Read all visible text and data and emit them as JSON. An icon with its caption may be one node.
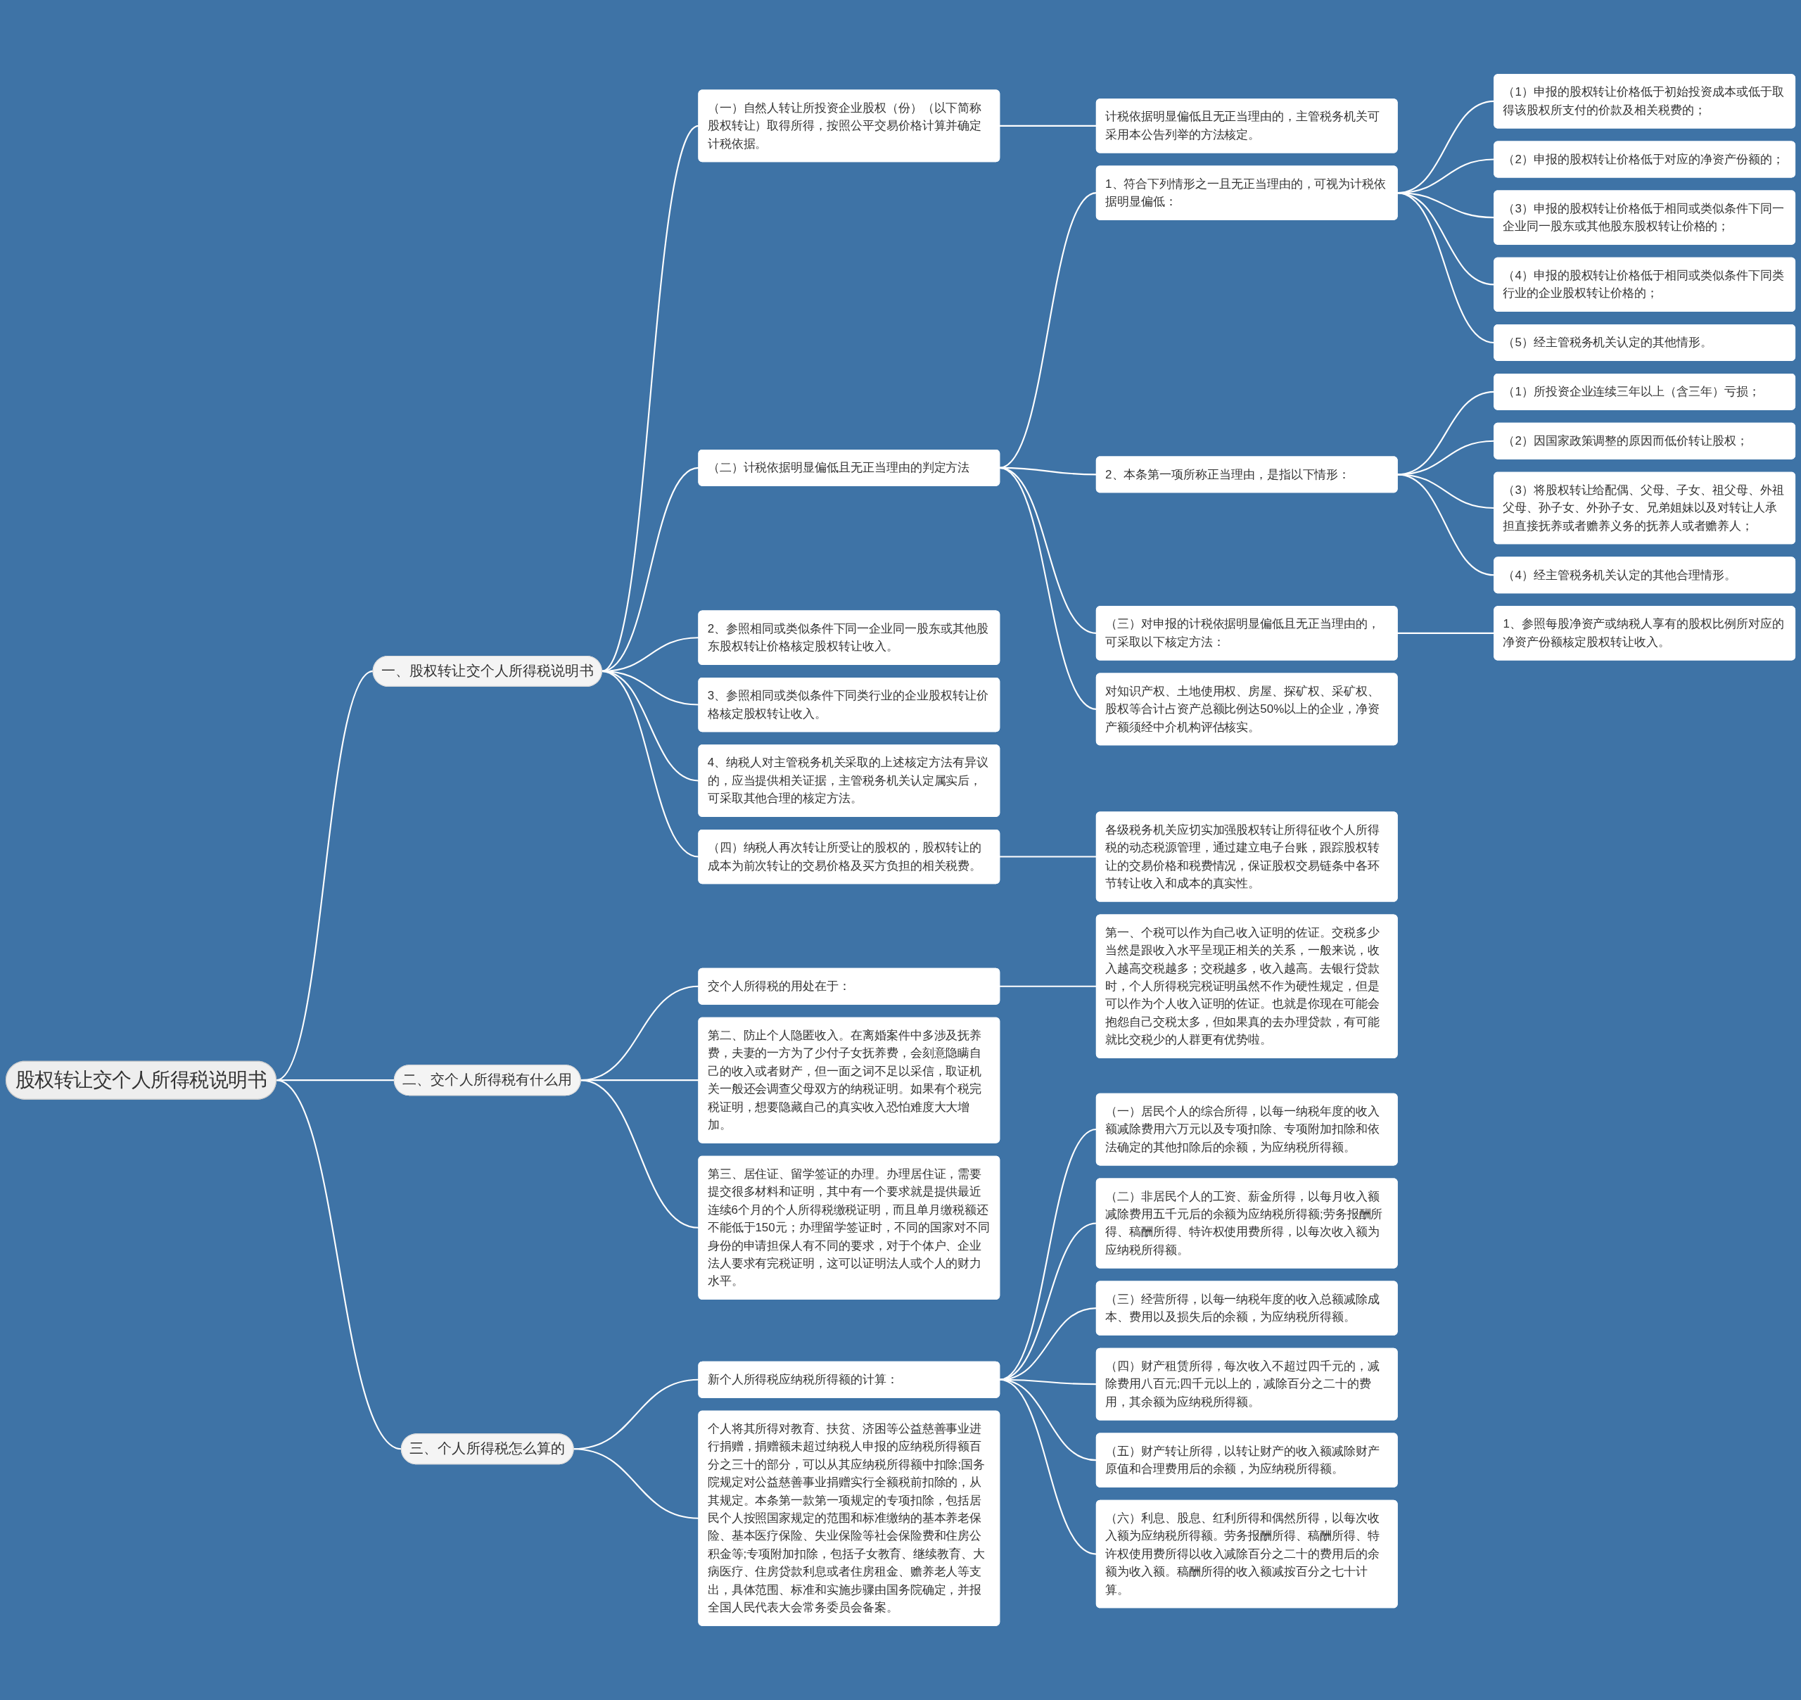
{
  "diagram": {
    "nodes": [
      {
        "text": [
          "股权转让交个人所得税说明书"
        ]
      },
      {
        "text": [
          "一、股权转让交个人所得税说明书"
        ]
      },
      {
        "text": [
          "（一）自然人转让所投资企业股权（份）（以下简称股权转让）取得所得，按照公平交易价格计算并确定计税依据。"
        ]
      },
      {
        "text": [
          "计税依据明显偏低且无正当理由的，主管税务机关可采用本公告列举的方法核定。"
        ]
      },
      {
        "text": [
          "（二）计税依据明显偏低且无正当理由的判定方法"
        ]
      },
      {
        "text": [
          "1、符合下列情形之一且无正当理由的，可视为计税依据明显偏低："
        ]
      },
      {
        "text": [
          "（1）申报的股权转让价格低于初始投资成本或低于取得该股权所支付的价款及相关税费的；"
        ]
      },
      {
        "text": [
          "（2）申报的股权转让价格低于对应的净资产份额的；"
        ]
      },
      {
        "text": [
          "（3）申报的股权转让价格低于相同或类似条件下同一企业同一股东或其他股东股权转让价格的；"
        ]
      },
      {
        "text": [
          "（4）申报的股权转让价格低于相同或类似条件下同类行业的企业股权转让价格的；"
        ]
      },
      {
        "text": [
          "（5）经主管税务机关认定的其他情形。"
        ]
      },
      {
        "text": [
          "2、本条第一项所称正当理由，是指以下情形："
        ]
      },
      {
        "text": [
          "（1）所投资企业连续三年以上（含三年）亏损；"
        ]
      },
      {
        "text": [
          "（2）因国家政策调整的原因而低价转让股权；"
        ]
      },
      {
        "text": [
          "（3）将股权转让给配偶、父母、子女、祖父母、外祖父母、孙子女、外孙子女、兄弟姐妹以及对转让人承担直接抚养或者赡养义务的抚养人或者赡养人；"
        ]
      },
      {
        "text": [
          "（4）经主管税务机关认定的其他合理情形。"
        ]
      },
      {
        "text": [
          "（三）对申报的计税依据明显偏低且无正当理由的，可采取以下核定方法："
        ]
      },
      {
        "text": [
          "1、参照每股净资产或纳税人享有的股权比例所对应的净资产份额核定股权转让收入。"
        ]
      },
      {
        "text": [
          "对知识产权、土地使用权、房屋、探矿权、采矿权、股权等合计占资产总额比例达50%以上的企业，净资产额须经中介机构评估核实。"
        ]
      },
      {
        "text": [
          "2、参照相同或类似条件下同一企业同一股东或其他股东股权转让价格核定股权转让收入。"
        ]
      },
      {
        "text": [
          "3、参照相同或类似条件下同类行业的企业股权转让价格核定股权转让收入。"
        ]
      },
      {
        "text": [
          "4、纳税人对主管税务机关采取的上述核定方法有异议的，应当提供相关证据，主管税务机关认定属实后，可采取其他合理的核定方法。"
        ]
      },
      {
        "text": [
          "（四）纳税人再次转让所受让的股权的，股权转让的成本为前次转让的交易价格及买方负担的相关税费。"
        ]
      },
      {
        "text": [
          "各级税务机关应切实加强股权转让所得征收个人所得税的动态税源管理，通过建立电子台账，跟踪股权转让的交易价格和税费情况，保证股权交易链条中各环节转让收入和成本的真实性。"
        ]
      },
      {
        "text": [
          "二、交个人所得税有什么用"
        ]
      },
      {
        "text": [
          "交个人所得税的用处在于："
        ]
      },
      {
        "text": [
          "第一、个税可以作为自己收入证明的佐证。交税多少当然是跟收入水平呈现正相关的关系，一般来说，收入越高交税越多；交税越多，收入越高。去银行贷款时，个人所得税完税证明虽然不作为硬性规定，但是可以作为个人收入证明的佐证。也就是你现在可能会抱怨自己交税太多，但如果真的去办理贷款，有可能就比交税少的人群更有优势啦。"
        ]
      },
      {
        "text": [
          "第二、防止个人隐匿收入。在离婚案件中多涉及抚养费，夫妻的一方为了少付子女抚养费，会刻意隐瞒自己的收入或者财产，但一面之词不足以采信，取证机关一般还会调查父母双方的纳税证明。如果有个税完税证明，想要隐藏自己的真实收入恐怕难度大大增加。"
        ]
      },
      {
        "text": [
          "第三、居住证、留学签证的办理。办理居住证，需要提交很多材料和证明，其中有一个要求就是提供最近连续6个月的个人所得税缴税证明，而且单月缴税额还不能低于150元；办理留学签证时，不同的国家对不同身份的申请担保人有不同的要求，对于个体户、企业法人要求有完税证明，这可以证明法人或个人的财力水平。"
        ]
      },
      {
        "text": [
          "三、个人所得税怎么算的"
        ]
      },
      {
        "text": [
          "新个人所得税应纳税所得额的计算："
        ]
      },
      {
        "text": [
          "（一）居民个人的综合所得，以每一纳税年度的收入额减除费用六万元以及专项扣除、专项附加扣除和依法确定的其他扣除后的余额，为应纳税所得额。"
        ]
      },
      {
        "text": [
          "（二）非居民个人的工资、薪金所得，以每月收入额减除费用五千元后的余额为应纳税所得额;劳务报酬所得、稿酬所得、特许权使用费所得，以每次收入额为应纳税所得额。"
        ]
      },
      {
        "text": [
          "（三）经营所得，以每一纳税年度的收入总额减除成本、费用以及损失后的余额，为应纳税所得额。"
        ]
      },
      {
        "text": [
          "（四）财产租赁所得，每次收入不超过四千元的，减除费用八百元;四千元以上的，减除百分之二十的费用，其余额为应纳税所得额。"
        ]
      },
      {
        "text": [
          "（五）财产转让所得，以转让财产的收入额减除财产原值和合理费用后的余额，为应纳税所得额。"
        ]
      },
      {
        "text": [
          "（六）利息、股息、红利所得和偶然所得，以每次收入额为应纳税所得额。劳务报酬所得、稿酬所得、特许权使用费所得以收入减除百分之二十的费用后的余额为收入额。稿酬所得的收入额减按百分之七十计算。"
        ]
      },
      {
        "text": [
          "个人将其所得对教育、扶贫、济困等公益慈善事业进行捐赠，捐赠额未超过纳税人申报的应纳税所得额百分之三十的部分，可以从其应纳税所得额中扣除;国务院规定对公益慈善事业捐赠实行全额税前扣除的，从其规定。本条第一款第一项规定的专项扣除，包括居民个人按照国家规定的范围和标准缴纳的基本养老保险、基本医疗保险、失业保险等社会保险费和住房公积金等;专项附加扣除，包括子女教育、继续教育、大病医疗、住房贷款利息或者住房租金、赡养老人等支出，具体范围、标准和实施步骤由国务院确定，并报全国人民代表大会常务委员会备案。"
        ]
      }
    ],
    "edges": [
      {
        "from": 0,
        "to": 1,
        "arrow": "none"
      },
      {
        "from": 1,
        "to": 2,
        "arrow": "none"
      },
      {
        "from": 2,
        "to": 3,
        "arrow": "none"
      },
      {
        "from": 1,
        "to": 4,
        "arrow": "none"
      },
      {
        "from": 4,
        "to": 5,
        "arrow": "none"
      },
      {
        "from": 5,
        "to": 6,
        "arrow": "none"
      },
      {
        "from": 5,
        "to": 7,
        "arrow": "none"
      },
      {
        "from": 5,
        "to": 8,
        "arrow": "none"
      },
      {
        "from": 5,
        "to": 9,
        "arrow": "none"
      },
      {
        "from": 5,
        "to": 10,
        "arrow": "none"
      },
      {
        "from": 4,
        "to": 11,
        "arrow": "none"
      },
      {
        "from": 11,
        "to": 12,
        "arrow": "none"
      },
      {
        "from": 11,
        "to": 13,
        "arrow": "none"
      },
      {
        "from": 11,
        "to": 14,
        "arrow": "none"
      },
      {
        "from": 11,
        "to": 15,
        "arrow": "none"
      },
      {
        "from": 4,
        "to": 16,
        "arrow": "none"
      },
      {
        "from": 16,
        "to": 17,
        "arrow": "none"
      },
      {
        "from": 4,
        "to": 18,
        "arrow": "none"
      },
      {
        "from": 1,
        "to": 19,
        "arrow": "none"
      },
      {
        "from": 1,
        "to": 20,
        "arrow": "none"
      },
      {
        "from": 1,
        "to": 21,
        "arrow": "none"
      },
      {
        "from": 1,
        "to": 22,
        "arrow": "none"
      },
      {
        "from": 22,
        "to": 23,
        "arrow": "none"
      },
      {
        "from": 0,
        "to": 24,
        "arrow": "none"
      },
      {
        "from": 24,
        "to": 25,
        "arrow": "none"
      },
      {
        "from": 25,
        "to": 26,
        "arrow": "none"
      },
      {
        "from": 24,
        "to": 27,
        "arrow": "none"
      },
      {
        "from": 24,
        "to": 28,
        "arrow": "none"
      },
      {
        "from": 0,
        "to": 29,
        "arrow": "none"
      },
      {
        "from": 29,
        "to": 30,
        "arrow": "none"
      },
      {
        "from": 30,
        "to": 31,
        "arrow": "none"
      },
      {
        "from": 30,
        "to": 32,
        "arrow": "none"
      },
      {
        "from": 30,
        "to": 33,
        "arrow": "none"
      },
      {
        "from": 30,
        "to": 34,
        "arrow": "none"
      },
      {
        "from": 30,
        "to": 35,
        "arrow": "none"
      },
      {
        "from": 30,
        "to": 36,
        "arrow": "none"
      },
      {
        "from": 29,
        "to": 37,
        "arrow": "none"
      }
    ]
  }
}
